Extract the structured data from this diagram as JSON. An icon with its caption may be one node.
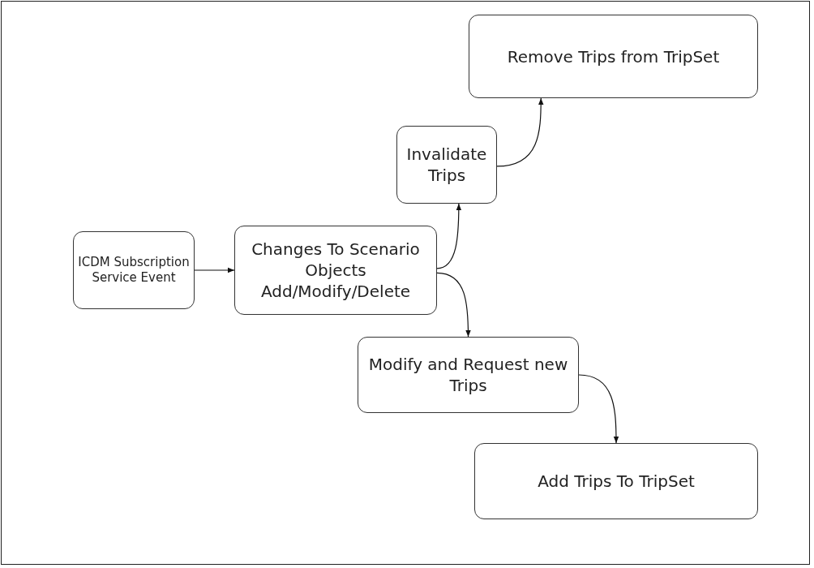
{
  "diagram": {
    "nodes": [
      {
        "text": [
          "ICDM Subscription Service Event"
        ]
      },
      {
        "text": [
          "Changes To Scenario Objects Add/Modify/Delete"
        ]
      },
      {
        "text": [
          "Invalidate Trips"
        ]
      },
      {
        "text": [
          "Remove Trips from TripSet"
        ]
      },
      {
        "text": [
          "Modify and Request new Trips"
        ]
      },
      {
        "text": [
          "Add Trips To TripSet"
        ]
      }
    ],
    "edges": [
      {
        "from": 0,
        "to": 1,
        "arrow": "to"
      },
      {
        "from": 1,
        "to": 2,
        "arrow": "to"
      },
      {
        "from": 2,
        "to": 3,
        "arrow": "to"
      },
      {
        "from": 1,
        "to": 4,
        "arrow": "to"
      },
      {
        "from": 4,
        "to": 5,
        "arrow": "to"
      }
    ]
  }
}
